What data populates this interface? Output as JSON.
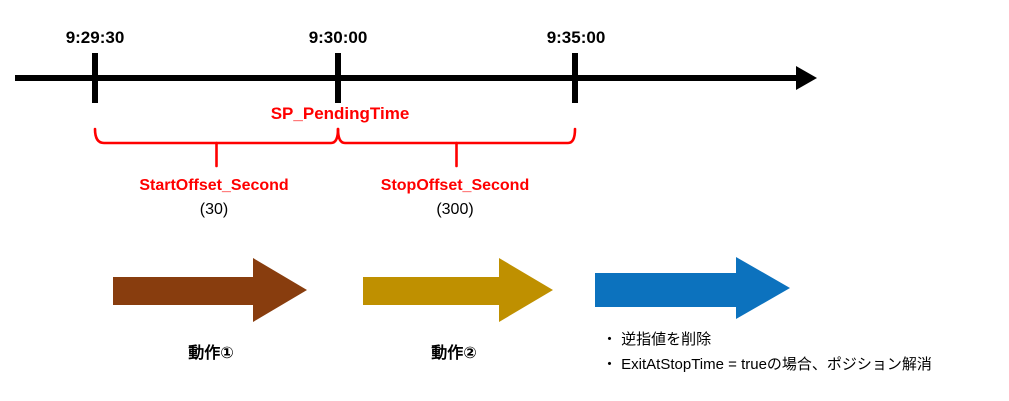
{
  "colors": {
    "black": "#000000",
    "red": "#FF0000",
    "brown": "#883D0E",
    "yellow": "#BF9000",
    "blue": "#0C72BE"
  },
  "timeline": {
    "ticks": [
      {
        "label": "9:29:30"
      },
      {
        "label": "9:30:00"
      },
      {
        "label": "9:35:00"
      }
    ]
  },
  "pending_time": {
    "label": "SP_PendingTime"
  },
  "offsets": {
    "start": {
      "label": "StartOffset_Second",
      "value": "(30)"
    },
    "stop": {
      "label": "StopOffset_Second",
      "value": "(300)"
    }
  },
  "actions": [
    {
      "label": "動作①",
      "color": "#883D0E"
    },
    {
      "label": "動作②",
      "color": "#BF9000"
    },
    {
      "color": "#0C72BE",
      "notes": [
        "・ 逆指値を削除",
        "・ ExitAtStopTime = trueの場合、ポジション解消"
      ]
    }
  ]
}
